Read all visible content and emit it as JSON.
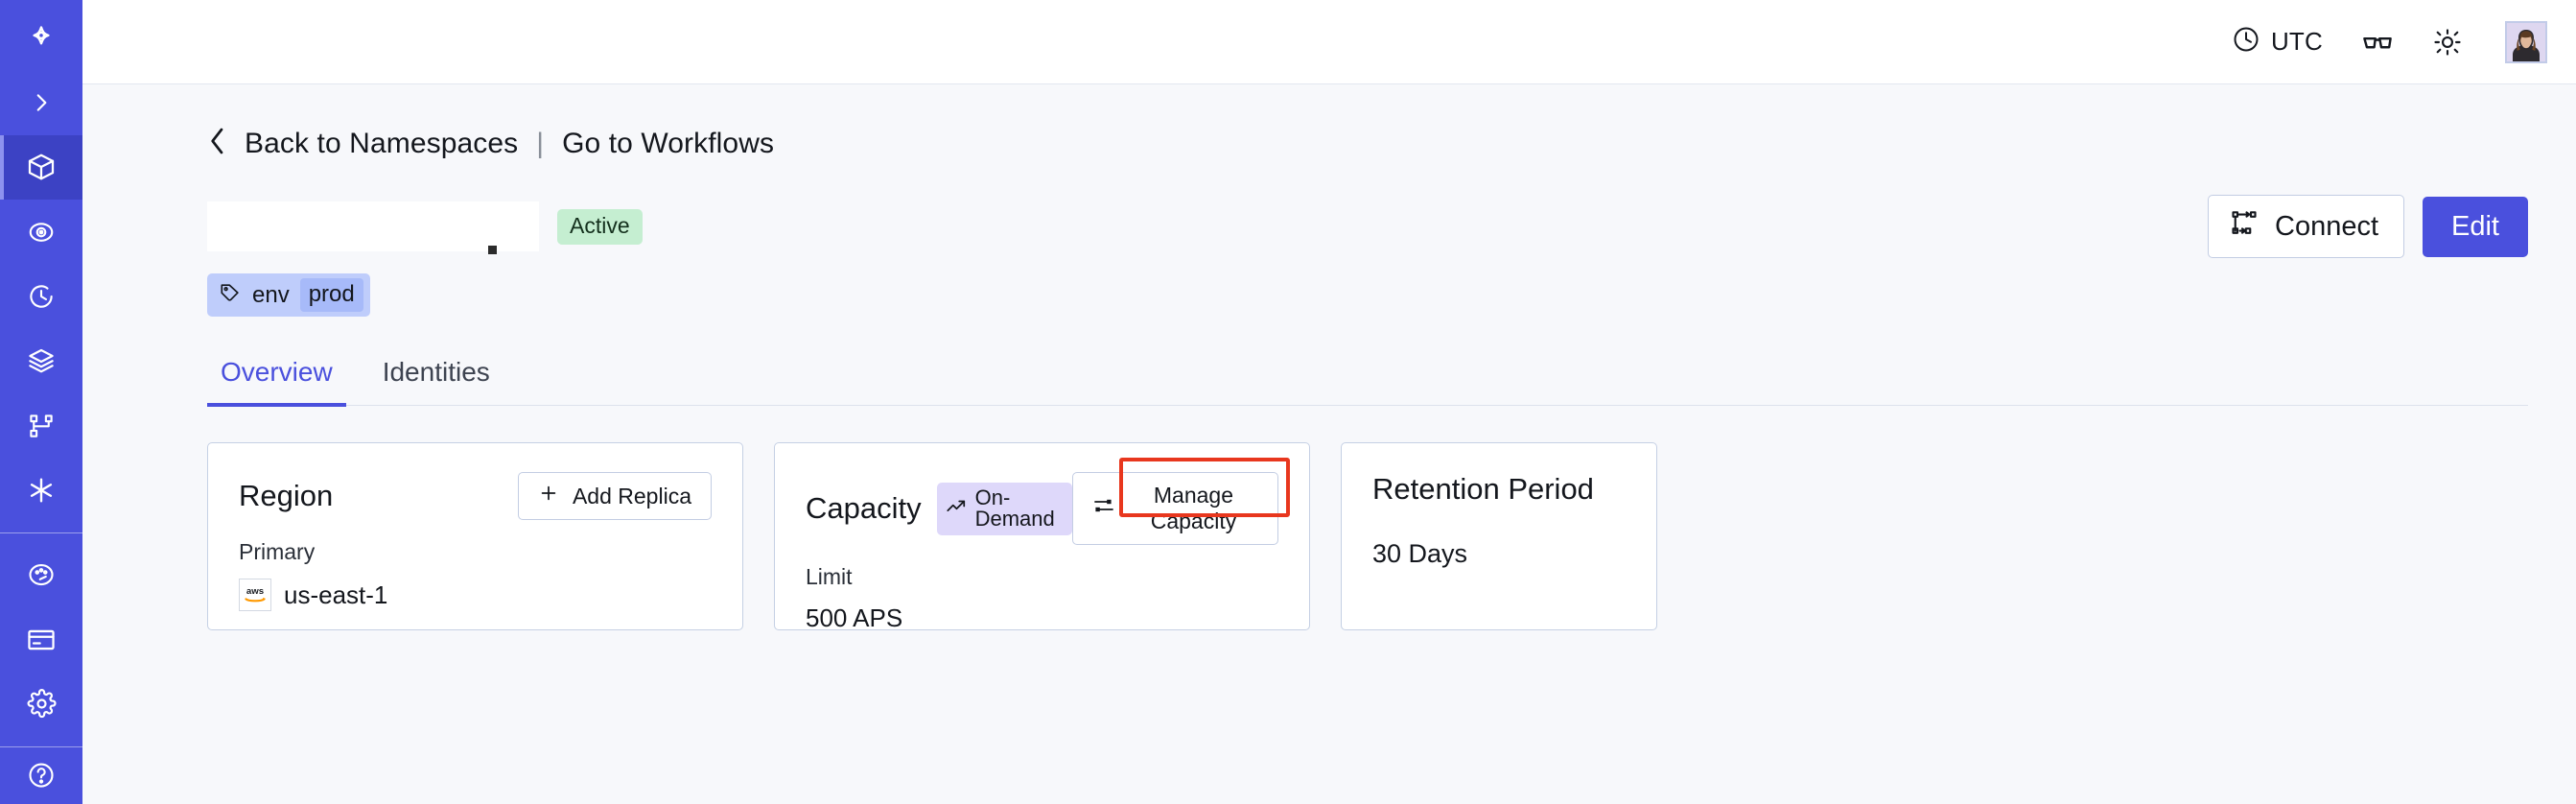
{
  "sidebar": {
    "items": [
      {
        "name": "logo-icon",
        "label": "Temporal Logo",
        "active": false
      },
      {
        "name": "expand-icon",
        "label": "Expand Navigation",
        "active": false
      },
      {
        "name": "namespaces-icon",
        "label": "Namespaces",
        "active": true
      },
      {
        "name": "observability-icon",
        "label": "Observability",
        "active": false
      },
      {
        "name": "history-icon",
        "label": "History",
        "active": false
      },
      {
        "name": "layers-icon",
        "label": "Layers",
        "active": false
      },
      {
        "name": "workflows-icon",
        "label": "Workflows",
        "active": false
      },
      {
        "name": "asterisk-icon",
        "label": "Integrations",
        "active": false
      },
      {
        "name": "usage-icon",
        "label": "Usage",
        "active": false
      },
      {
        "name": "billing-icon",
        "label": "Billing",
        "active": false
      },
      {
        "name": "settings-icon",
        "label": "Settings",
        "active": false
      }
    ]
  },
  "topbar": {
    "timezone_label": "UTC",
    "timezone_icon": "clock-icon",
    "glasses_icon": "glasses-icon",
    "theme_icon": "sun-icon",
    "avatar": "user-avatar"
  },
  "breadcrumb": {
    "back_icon": "chevron-left-icon",
    "back_label": "Back to Namespaces",
    "separator": "|",
    "forward_label": "Go to Workflows"
  },
  "header": {
    "namespace_name": "",
    "status_badge": "Active",
    "connect_label": "Connect",
    "connect_icon": "connect-icon",
    "edit_label": "Edit"
  },
  "tag": {
    "icon": "tag-icon",
    "key": "env",
    "value": "prod"
  },
  "tabs": [
    {
      "label": "Overview",
      "active": true
    },
    {
      "label": "Identities",
      "active": false
    }
  ],
  "cards": {
    "region": {
      "title": "Region",
      "button_label": "Add Replica",
      "button_icon": "plus-icon",
      "sub_label": "Primary",
      "provider_icon": "aws-icon",
      "value": "us-east-1"
    },
    "capacity": {
      "title": "Capacity",
      "badge_label": "On-Demand",
      "badge_icon": "trending-up-icon",
      "button_label": "Manage Capacity",
      "button_icon": "sliders-icon",
      "sub_label": "Limit",
      "value": "500 APS",
      "highlighted": true
    },
    "retention": {
      "title": "Retention Period",
      "value": "30 Days"
    }
  },
  "colors": {
    "brand_purple": "#4a50dd",
    "sidebar_active": "#3c42c4",
    "page_background": "#f7f8fb",
    "card_border": "#c5d0e4",
    "status_green": "#c5eed1",
    "badge_lavender": "#ded8fa",
    "tag_blue": "#bfcdfb",
    "tag_value_blue": "#a7baf9",
    "highlight_red": "#e8371e"
  }
}
